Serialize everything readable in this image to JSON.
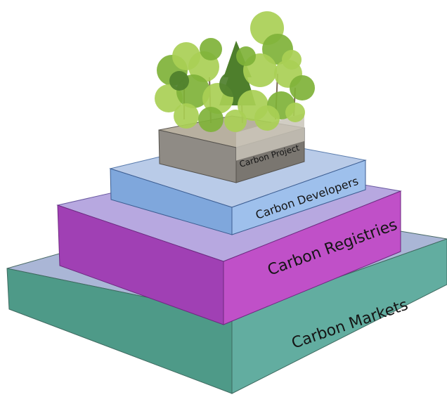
{
  "tiers": [
    {
      "id": "project",
      "label": "Carbon Project",
      "colors": {
        "top": "#b8b0a0",
        "front": "#8f8b85",
        "side": "#7a7670"
      }
    },
    {
      "id": "developers",
      "label": "Carbon Developers",
      "colors": {
        "top": "#b9cbe8",
        "front": "#7fa7dc",
        "side": "#9ec0ec"
      }
    },
    {
      "id": "registries",
      "label": "Carbon Registries",
      "colors": {
        "top": "#b7a8e0",
        "front": "#a040b4",
        "side": "#c050c8"
      }
    },
    {
      "id": "markets",
      "label": "Carbon Markets",
      "colors": {
        "top": "#aab6d6",
        "front": "#4e9a88",
        "side": "#62ada0"
      }
    }
  ],
  "foliage_colors": {
    "light": "#a9cf55",
    "mid": "#7fb238",
    "dark": "#4e7f2c",
    "trunk": "#7a6a55"
  }
}
